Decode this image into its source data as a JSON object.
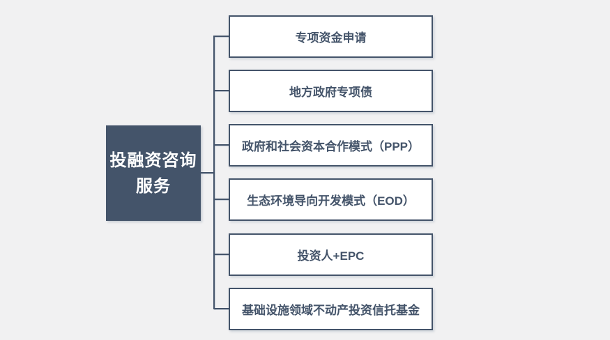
{
  "colors": {
    "background": "#F1F1F2",
    "accent": "#44546A",
    "node_fill": "#FFFFFF",
    "root_text": "#FFFFFF"
  },
  "root": {
    "label_line1": "投融资咨询",
    "label_line2": "服务"
  },
  "branches": [
    {
      "label": "专项资金申请"
    },
    {
      "label": "地方政府专项债"
    },
    {
      "label": "政府和社会资本合作模式（PPP）"
    },
    {
      "label": "生态环境导向开发模式（EOD）"
    },
    {
      "label": "投资人+EPC"
    },
    {
      "label": "基础设施领域不动产投资信托基金"
    }
  ]
}
